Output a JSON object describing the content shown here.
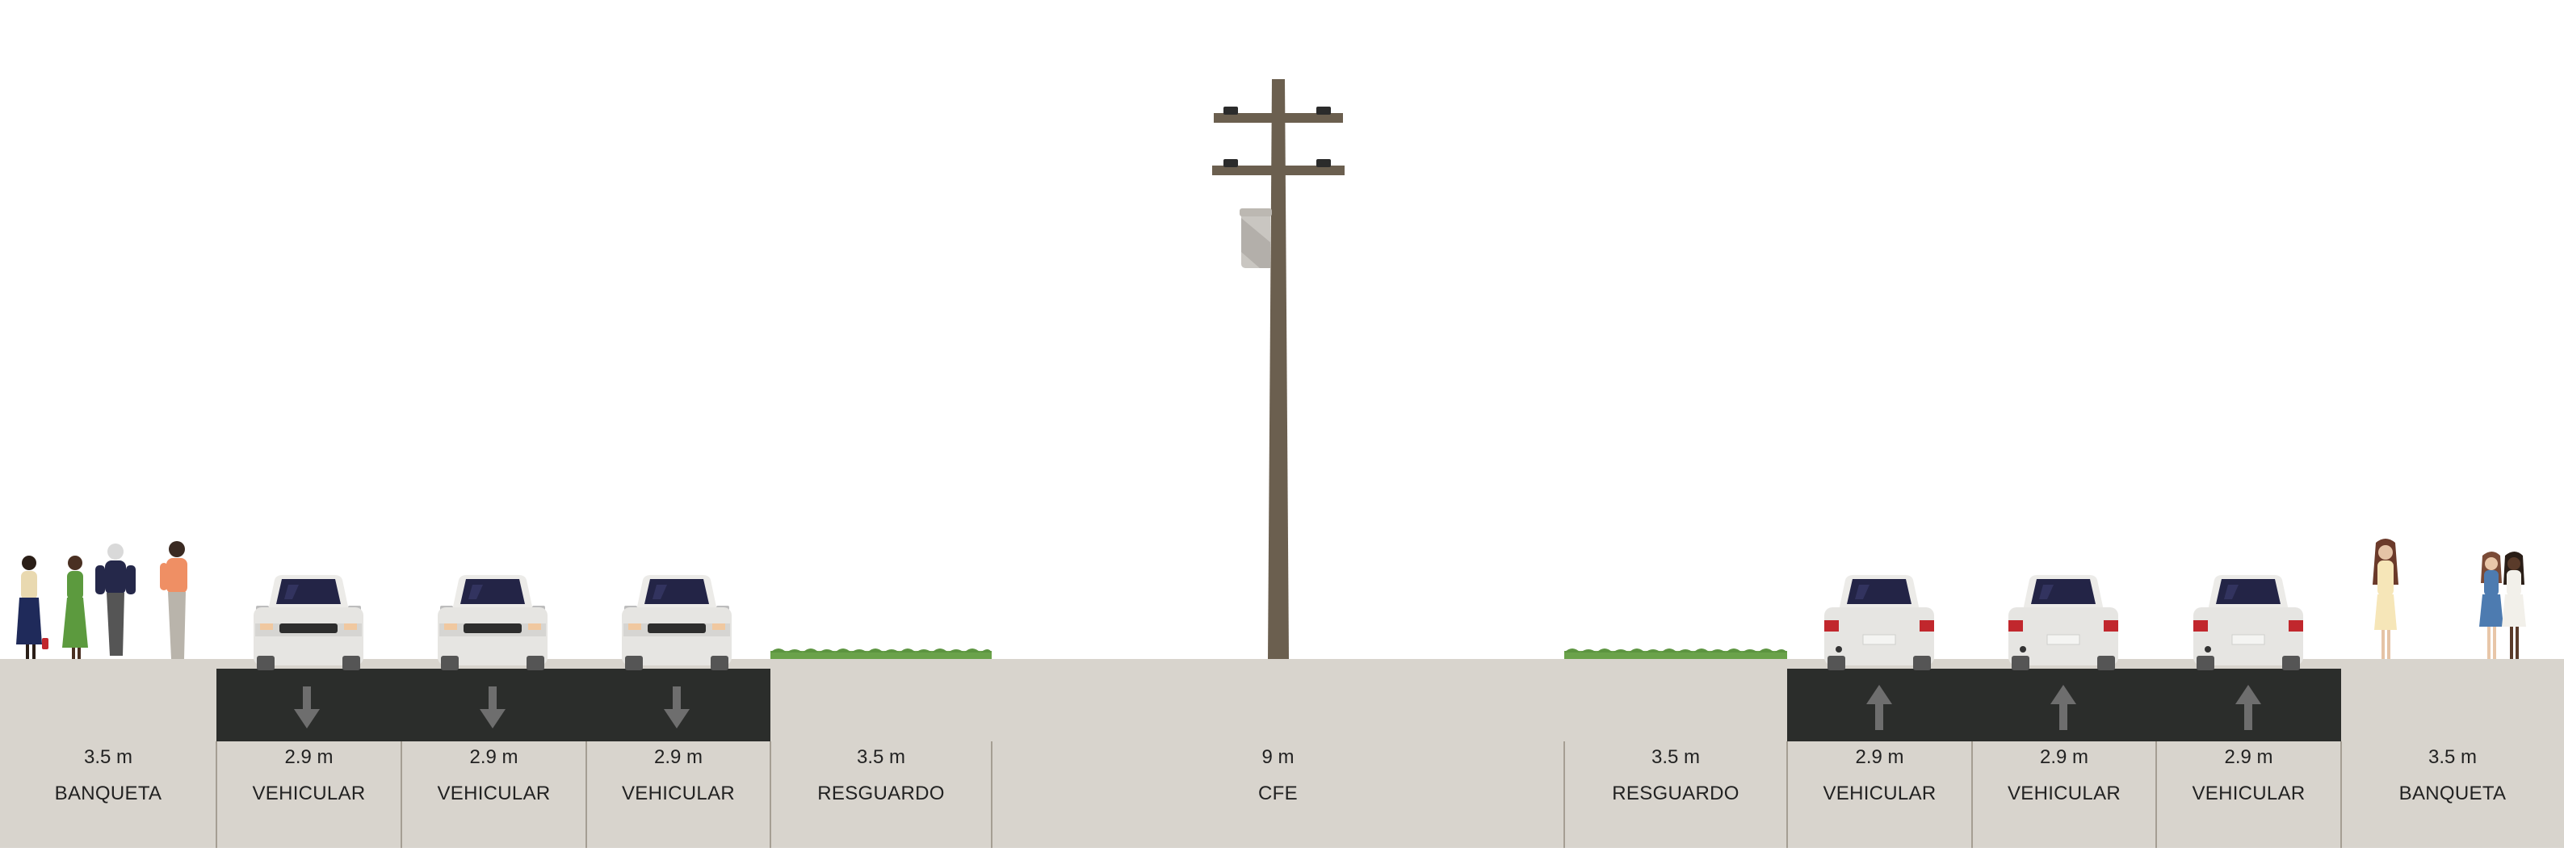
{
  "colors": {
    "ground": "#d8d4cd",
    "asphalt": "#2b2d2b",
    "arrow": "#6e6e6e",
    "grass": "#6aa24a",
    "pole": "#6b5f4f",
    "divider": "#a59e93"
  },
  "segments": [
    {
      "width": "3.5 m",
      "name": "BANQUETA",
      "kind": "sidewalk"
    },
    {
      "width": "2.9 m",
      "name": "VEHICULAR",
      "kind": "lane",
      "direction": "down"
    },
    {
      "width": "2.9 m",
      "name": "VEHICULAR",
      "kind": "lane",
      "direction": "down"
    },
    {
      "width": "2.9 m",
      "name": "VEHICULAR",
      "kind": "lane",
      "direction": "down"
    },
    {
      "width": "3.5 m",
      "name": "RESGUARDO",
      "kind": "buffer"
    },
    {
      "width": "9 m",
      "name": "CFE",
      "kind": "utility-pole"
    },
    {
      "width": "3.5 m",
      "name": "RESGUARDO",
      "kind": "buffer"
    },
    {
      "width": "2.9 m",
      "name": "VEHICULAR",
      "kind": "lane",
      "direction": "up"
    },
    {
      "width": "2.9 m",
      "name": "VEHICULAR",
      "kind": "lane",
      "direction": "up"
    },
    {
      "width": "2.9 m",
      "name": "VEHICULAR",
      "kind": "lane",
      "direction": "up"
    },
    {
      "width": "3.5 m",
      "name": "BANQUETA",
      "kind": "sidewalk"
    }
  ]
}
